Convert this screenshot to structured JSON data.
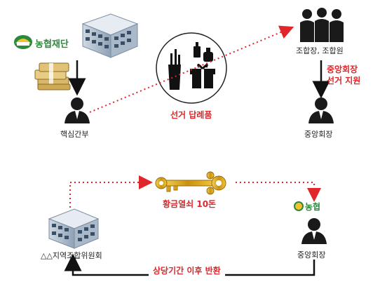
{
  "top": {
    "org_logo_text": "농협재단",
    "exec_label": "핵심간부",
    "gift_label": "선거 답례품",
    "members_label": "조합장, 조합원",
    "support_label_line1": "중앙회장",
    "support_label_line2": "선거 지원",
    "president_label": "중앙회장"
  },
  "bottom": {
    "key_label": "황금열쇠 10돈",
    "committee_label": "△△지역조합위원회",
    "nh_logo_text": "농협",
    "president_label": "중앙회장",
    "return_label": "상당기간 이후 반환"
  },
  "colors": {
    "accent_red": "#e0262a",
    "arrow_black": "#111111",
    "logo_green": "#2a8a3a"
  }
}
